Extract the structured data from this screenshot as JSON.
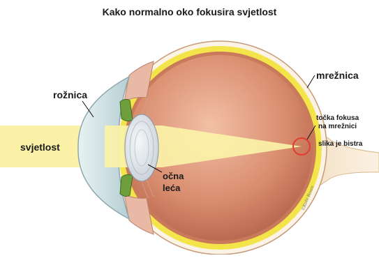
{
  "title": "Kako normalno oko fokusira svjetlost",
  "labels": {
    "cornea": "rožnica",
    "light": "svjetlost",
    "retina": "mrežnica",
    "focus_line1": "točka fokusa",
    "focus_line2": "na mrežnici",
    "clear_image": "slika je bistra",
    "lens_line1": "očna",
    "lens_line2": "leća"
  },
  "signature": "©Kobi Rosen",
  "colors": {
    "light_beam": "#fbf2a8",
    "eyeball": "#d88a6c",
    "retina": "#f3e44a",
    "sclera": "#fbf3e6",
    "cornea": "#c9dce0",
    "lens": "#dde6ee",
    "iris": "#6f9e3c",
    "focus_circle": "#e53a2c"
  }
}
